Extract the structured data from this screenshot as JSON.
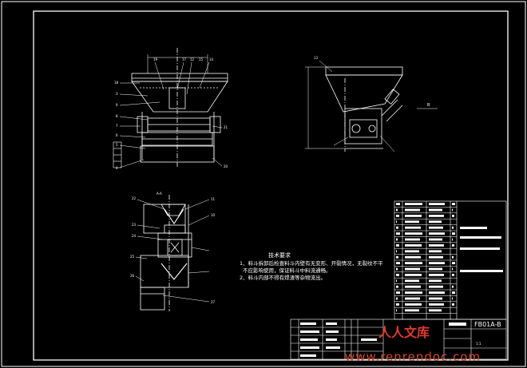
{
  "section_label": "B",
  "section_label_2": "A-A",
  "tech": {
    "heading": "技术要求",
    "lines": [
      "1、料斗拆卸后检查料斗内壁有无变形、开裂情况，无裂纹不平",
      "不应影响使用，保证料斗中料流通畅。",
      "2、料斗内部不得有焊渣等杂物流出。"
    ]
  },
  "balloons": {
    "top_left": [
      "19",
      "17",
      "12",
      "15",
      "14"
    ],
    "top_right": [
      "13"
    ],
    "left": [
      "18",
      "3",
      "9",
      "8",
      "7",
      "6",
      "5",
      "4"
    ],
    "right": [
      "21",
      "20"
    ],
    "section_left": [
      "22",
      "23",
      "24",
      "25",
      "26"
    ],
    "section_right": [
      "11",
      "10",
      "27"
    ]
  },
  "title_block": {
    "drawing_no": "FB01A-B",
    "scale_note": "1:1"
  },
  "watermark": {
    "cn": "人人文库",
    "url": "www.renrendoc.com"
  }
}
